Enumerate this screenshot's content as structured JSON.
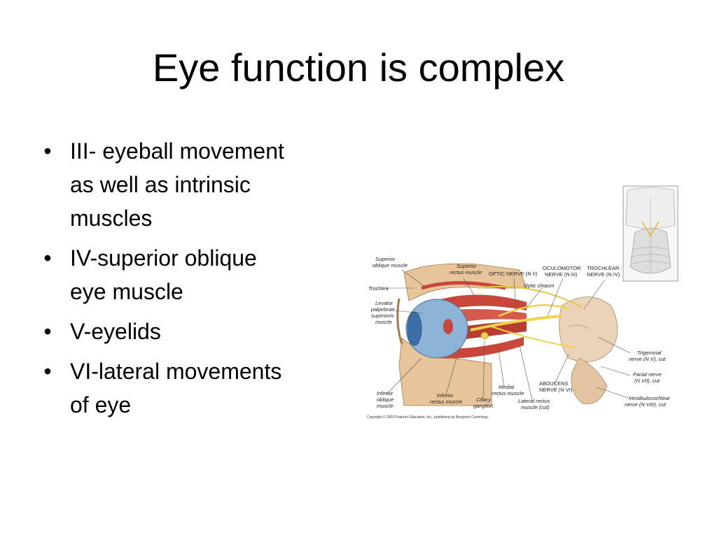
{
  "slide": {
    "title": "Eye function is complex",
    "bullets": [
      {
        "line1": "III- eyeball movement",
        "line2": "as well as intrinsic",
        "line3": "muscles"
      },
      {
        "line1": "IV-superior oblique",
        "line2": "eye muscle"
      },
      {
        "line1": "V-eyelids"
      },
      {
        "line1": "VI-lateral movements",
        "line2": "of eye"
      }
    ],
    "bullet_glyph": "•"
  },
  "figure": {
    "labels": {
      "superior_oblique_1": "Superior",
      "superior_oblique_2": "oblique muscle",
      "superior_rectus_1": "Superior",
      "superior_rectus_2": "rectus muscle",
      "optic_nerve": "OPTIC NERVE (N II)",
      "oculomotor_1": "OCULOMOTOR",
      "oculomotor_2": "NERVE (N III)",
      "trochlear_1": "TROCHLEAR",
      "trochlear_2": "NERVE (N IV)",
      "trochlea": "Trochlea",
      "optic_chiasm": "Optic chiasm",
      "levator_1": "Levator",
      "levator_2": "palpebrae",
      "levator_3": "superioris",
      "levator_4": "muscle",
      "trigeminal_1": "Trigeminal",
      "trigeminal_2": "nerve (N V), cut",
      "facial_1": "Facial nerve",
      "facial_2": "(N VII), cut",
      "abducens_1": "ABDUCENS",
      "abducens_2": "NERVE (N VI)",
      "medial_rectus_1": "Medial",
      "medial_rectus_2": "rectus muscle",
      "vestibulo_1": "Vestibulocochlear",
      "vestibulo_2": "nerve (N VIII), cut",
      "inferior_oblique_1": "Inferior",
      "inferior_oblique_2": "oblique",
      "inferior_oblique_3": "muscle",
      "inferior_rectus_1": "Inferior",
      "inferior_rectus_2": "rectus muscle",
      "ciliary_1": "Ciliary",
      "ciliary_2": "ganglion",
      "lateral_rectus_1": "Lateral rectus",
      "lateral_rectus_2": "muscle (cut)",
      "copyright": "Copyright © 2003 Pearson Education, Inc., publishing as Benjamin Cummings."
    },
    "colors": {
      "bone": "#e8c49a",
      "muscle": "#c8473a",
      "nerve": "#f2d24a",
      "eyeball": "#8db3d6",
      "brain": "#ead3b8"
    }
  }
}
